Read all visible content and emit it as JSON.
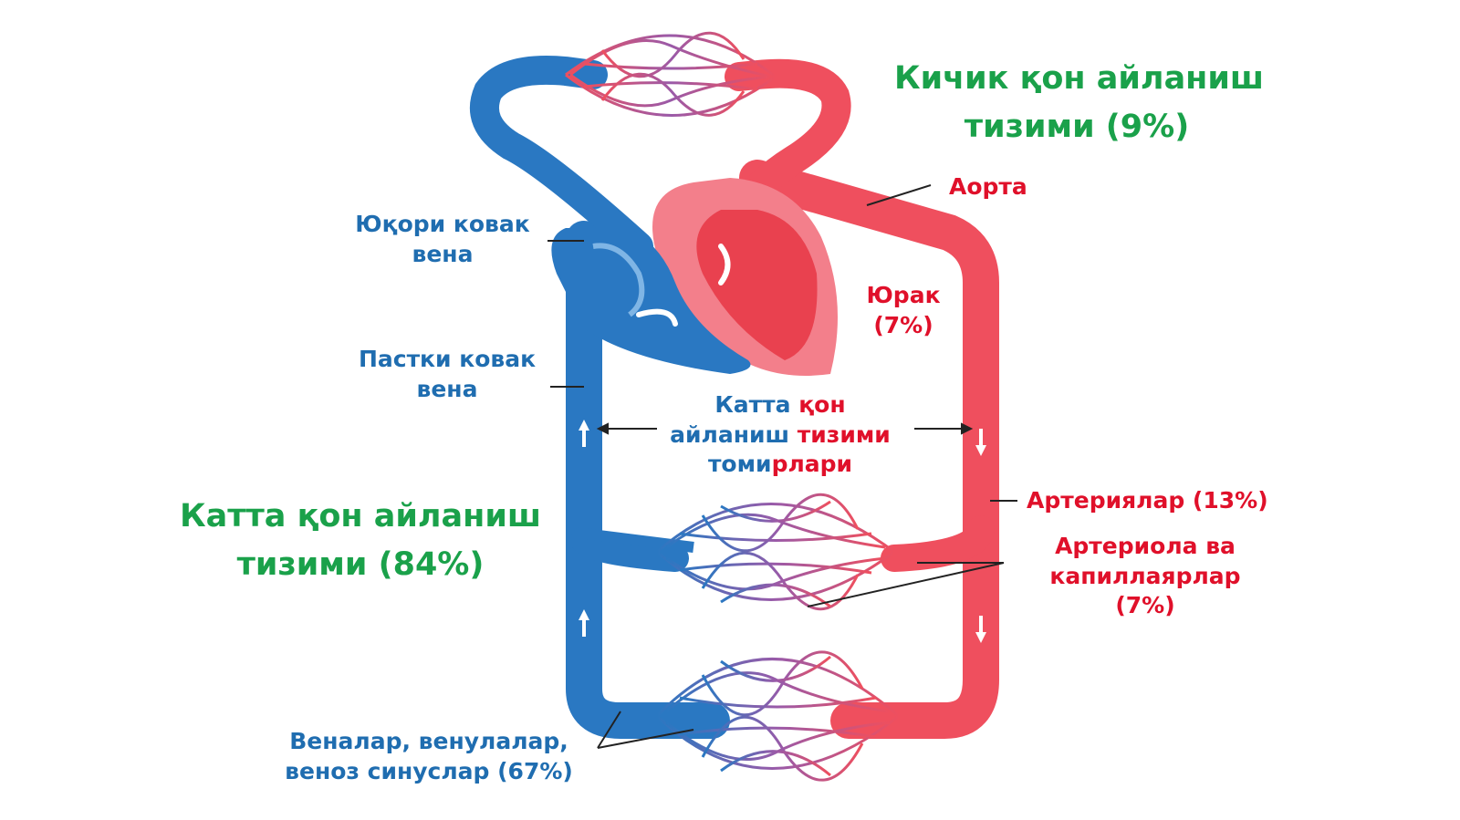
{
  "colors": {
    "vein": "#2a78c2",
    "artery": "#ef4f5e",
    "vein_label": "#1f6db0",
    "artery_label": "#e0102a",
    "title_label": "#1aa14a"
  },
  "labels": {
    "pulmonary_title_line1": "Кичик қон айланиш",
    "pulmonary_title_line2": "тизими (9%)",
    "systemic_title_line1": "Катта қон айланиш",
    "systemic_title_line2": "тизими (84%)",
    "aorta": "Аорта",
    "heart_line1": "Юрак",
    "heart_line2": "(7%)",
    "svc_line1": "Юқори ковак",
    "svc_line2": "вена",
    "ivc_line1": "Пастки  ковак",
    "ivc_line2": "вена",
    "center_line1_part1": "Катта ",
    "center_line1_part2": "қон",
    "center_line2_part1": "айланиш ",
    "center_line2_part2": "тизими",
    "center_line3_part1": "томи",
    "center_line3_part2": "рлари",
    "arteries": "Артериялар (13%)",
    "arterioles_line1": "Артериола ва",
    "arterioles_line2": "капиллаярлар",
    "arterioles_line3": "(7%)",
    "veins_line1": "Веналар, венулалар,",
    "veins_line2": "веноз синуслар (67%)"
  },
  "icons": [
    "heart-icon",
    "capillary-network-icon",
    "flow-arrow-icon"
  ]
}
